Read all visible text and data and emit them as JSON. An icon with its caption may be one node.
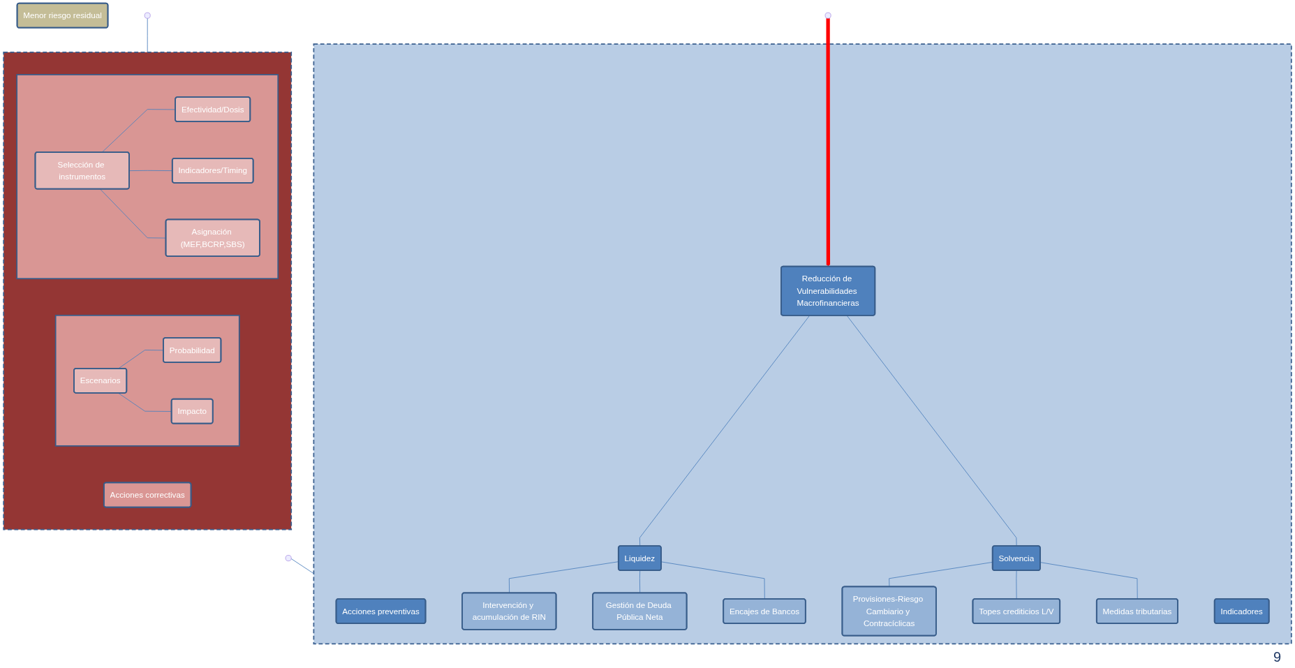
{
  "diagram": {
    "nodes": [
      {
        "text": [],
        "shape": "box"
      },
      {
        "text": [
          "Acciones preventivas"
        ],
        "in": 0
      },
      {
        "text": [
          "Reducción de Vulnerabilidades Macrofinancieras"
        ],
        "in": 0
      },
      {
        "text": [
          "Liquidez"
        ],
        "in": 0
      },
      {
        "text": [
          "Solvencia"
        ],
        "in": 0
      },
      {
        "text": [
          "Intervención y acumulación de RIN"
        ],
        "in": 0
      },
      {
        "text": [
          "Gestión de Deuda Pública Neta"
        ],
        "in": 0
      },
      {
        "text": [
          "Encajes de Bancos"
        ],
        "in": 0
      },
      {
        "text": [
          "Provisiones-Riesgo Cambiario y Contracíclicas"
        ],
        "in": 0
      },
      {
        "text": [
          "Topes crediticios L/V"
        ],
        "in": 0
      },
      {
        "text": [
          "Medidas tributarias"
        ],
        "in": 0
      },
      {
        "text": [
          "Indicadores"
        ],
        "in": 0
      },
      {
        "text": [
          "Menor riesgo residual"
        ]
      },
      {
        "text": [],
        "shape": "box"
      },
      {
        "text": [
          "Acciones correctivas"
        ],
        "in": 13
      },
      {
        "text": [],
        "shape": "box",
        "in": 13
      },
      {
        "text": [
          "Escenarios"
        ],
        "in": 15
      },
      {
        "text": [
          "Probabilidad"
        ],
        "in": 15
      },
      {
        "text": [
          "Impacto"
        ],
        "in": 15
      },
      {
        "text": [],
        "shape": "box",
        "in": 13
      },
      {
        "text": [
          "Selección de instrumentos"
        ],
        "in": 19
      },
      {
        "text": [
          "Efectividad/Dosis"
        ],
        "in": 19
      },
      {
        "text": [
          "Indicadores/Timing"
        ],
        "in": 19
      },
      {
        "text": [
          "Asignación (MEF,BCRP,SBS)"
        ],
        "in": 19
      }
    ],
    "edges": [
      {
        "from": null,
        "to": 0,
        "arrow": "none"
      },
      {
        "from": null,
        "to": 13,
        "arrow": "none"
      },
      {
        "from": 2,
        "to": 3,
        "arrow": "none"
      },
      {
        "from": 2,
        "to": 4,
        "arrow": "none"
      },
      {
        "from": 3,
        "to": 5,
        "arrow": "none"
      },
      {
        "from": 3,
        "to": 6,
        "arrow": "none"
      },
      {
        "from": 3,
        "to": 7,
        "arrow": "none"
      },
      {
        "from": 4,
        "to": 8,
        "arrow": "none"
      },
      {
        "from": 4,
        "to": 9,
        "arrow": "none"
      },
      {
        "from": 4,
        "to": 10,
        "arrow": "none"
      },
      {
        "from": null,
        "to": 2,
        "arrow": "to",
        "style": "thick",
        "color": "#ff0000"
      },
      {
        "from": 16,
        "to": 17,
        "arrow": "none"
      },
      {
        "from": 16,
        "to": 18,
        "arrow": "none"
      },
      {
        "from": 20,
        "to": 21,
        "arrow": "none"
      },
      {
        "from": 20,
        "to": 22,
        "arrow": "none"
      },
      {
        "from": 20,
        "to": 23,
        "arrow": "none"
      }
    ],
    "labels": [
      "9"
    ]
  }
}
